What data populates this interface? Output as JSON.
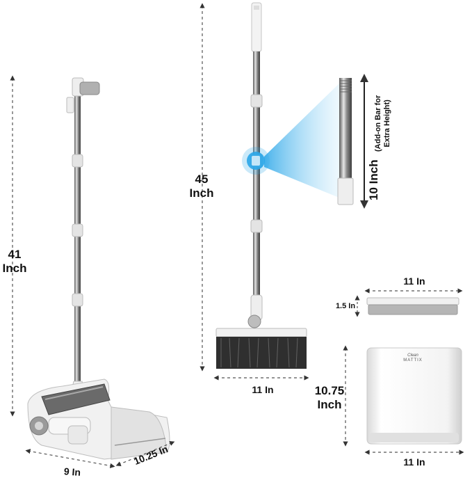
{
  "labels": {
    "dustpan_height": [
      "41",
      "Inch"
    ],
    "broom_height": [
      "45",
      "Inch"
    ],
    "addon_length": "10 Inch",
    "addon_note": [
      "(Add-on Bar for",
      "Extra Height)"
    ],
    "dustpan_width": "9 In",
    "dustpan_depth": "10.25 In",
    "broom_width": "11 In",
    "lid_width": "11 In",
    "lid_height": "1.5 In",
    "bin_height": [
      "10.75",
      "Inch"
    ],
    "bin_width": "11 In",
    "brand": [
      "Clean",
      "MATTIX"
    ]
  },
  "colors": {
    "steel": "#9a9a9a",
    "white_plastic": "#f2f2f2",
    "grey_plastic": "#b9b9b9",
    "bristle": "#2b2b2b",
    "highlight": "#2aa6e8",
    "dim_line": "#444444"
  }
}
